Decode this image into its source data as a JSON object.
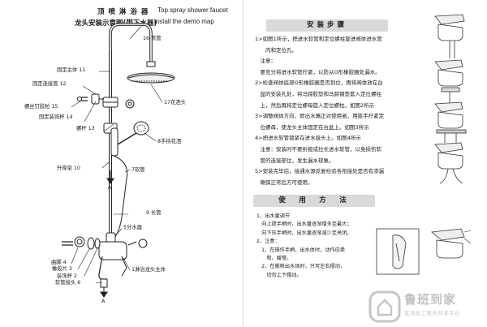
{
  "header": {
    "title_cn_line1": "顶 喷 淋 浴 器",
    "title_cn_line2": "龙头安装示意图(带下水器)",
    "title_en_line1": "Top spray shower faucet",
    "title_en_line2": "install the demo map"
  },
  "parts": {
    "p16": "16 弯管",
    "p11": "固定主体 11",
    "p12": "固定连接管 12",
    "p15": "螺丝钉胶粒 15",
    "p14": "固定装饰杯 14",
    "p13": "螺杆 13",
    "p17": "17花洒头",
    "p8": "8手持花洒",
    "p10": "升降架 10",
    "p7": "7软管",
    "pA1": "A",
    "p9": "9 长管",
    "p5": "5分水器",
    "p4": "曲脚 4",
    "p3": "橡胶片 3",
    "p2": "装饰杯 2",
    "p6": "软管接头 6",
    "pA2": "A",
    "p1": "1淋浴龙头主体"
  },
  "install": {
    "banner": "安装步骤",
    "lines": [
      "1>如图1所示，把进水软管和定位螺柱旋进阀体进水管",
      "　　内和定位孔。",
      "　注意：",
      "　要充分将进水软管拧紧，以防从O形橡胶圈处漏水。",
      "2>检查阀体底部O形橡胶圈是否到位，再将阀体放在台",
      "　盆的安装孔处，将马蹄胶垫和马蹄钢垫套入定位螺柱",
      "　上，然后再将定位螺母旋入定位螺柱。如图2所示",
      "3>调整阀体方向，即出水嘴正对使用者，用扳手拧紧定",
      "　位螺母，使龙头主体固定在台盆上。如图3所示",
      "4>把进水软管锁紧在进水接头上。如图4所示",
      "　注意：安装时不要折摺或拉长进水软管，以免损伤软",
      "　管的连接部位，发生漏水现象。",
      "5>安装完毕后，接通水源反复检验各衔接处是否有渗漏",
      "　确保正常后方可使用。"
    ]
  },
  "usage": {
    "banner": "使　用　方　法",
    "lines": [
      "1、出水量调节",
      "　向上提手柄时，出水量逐渐增多至最大；",
      "　向下压手柄时，出水量逐渐减少至关闭。",
      "2、注意：",
      "　1、在操作手柄、出水体时，动作应柔",
      "　　和、缓慢。",
      "　2、在搬移出水体时，只可左右摆动，",
      "　　切勿上下摆动。"
    ]
  },
  "watermark": {
    "brand": "鲁班到家",
    "tagline": "蓝领技工服务共享平台"
  }
}
